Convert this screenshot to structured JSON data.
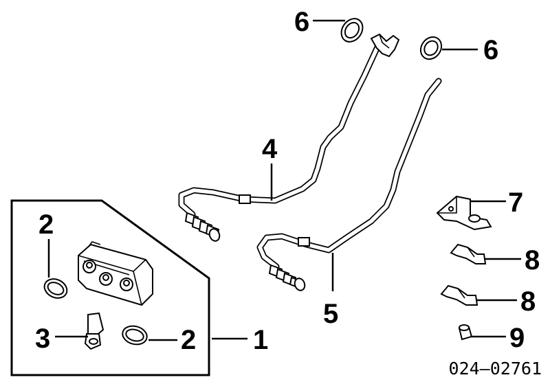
{
  "diagram": {
    "part_number": "024–02761",
    "callouts": [
      {
        "id": "c1",
        "label": "1"
      },
      {
        "id": "c2a",
        "label": "2"
      },
      {
        "id": "c2b",
        "label": "2"
      },
      {
        "id": "c3",
        "label": "3"
      },
      {
        "id": "c4",
        "label": "4"
      },
      {
        "id": "c5",
        "label": "5"
      },
      {
        "id": "c6a",
        "label": "6"
      },
      {
        "id": "c6b",
        "label": "6"
      },
      {
        "id": "c7",
        "label": "7"
      },
      {
        "id": "c8a",
        "label": "8"
      },
      {
        "id": "c8b",
        "label": "8"
      },
      {
        "id": "c9",
        "label": "9"
      }
    ]
  }
}
